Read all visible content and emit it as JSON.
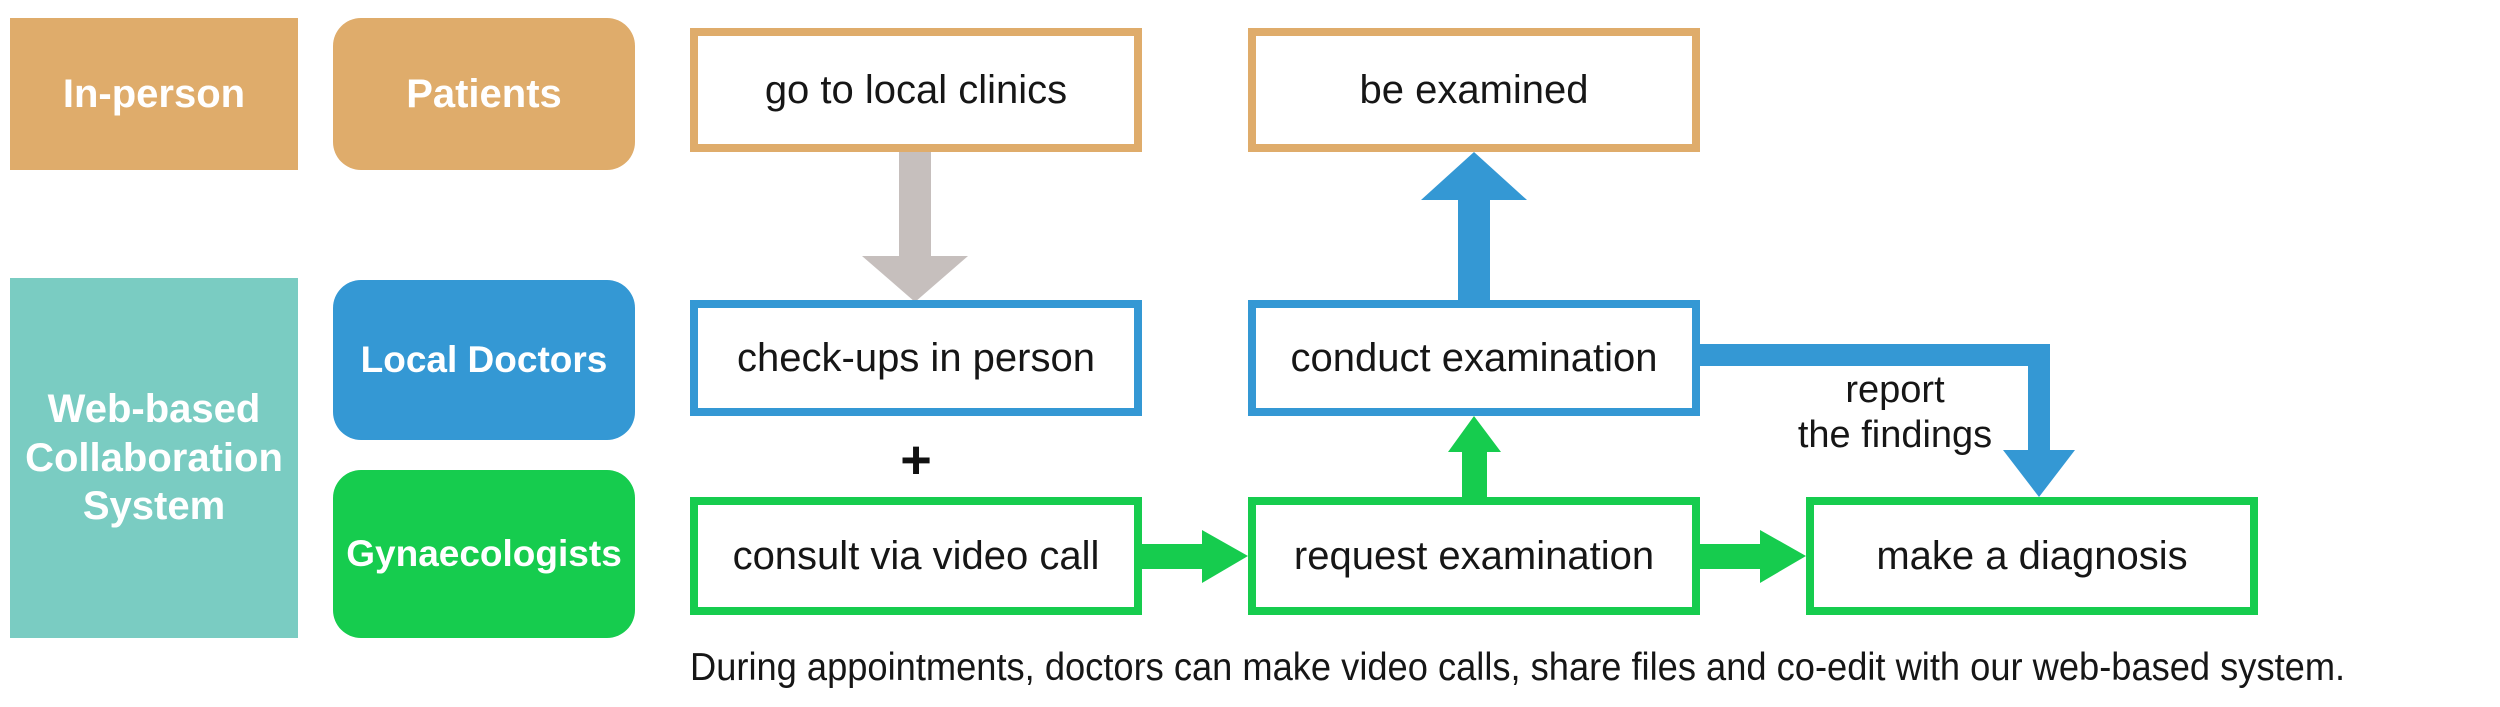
{
  "diagram": {
    "title_caption": "During appointments, doctors can make video calls, share files and co-edit with our web-based system.",
    "lanes": [
      {
        "id": "in-person",
        "label": "In-person",
        "color": "#dfac6b"
      },
      {
        "id": "web-based",
        "label": "Web-based\nCollaboration\nSystem",
        "line1": "Web-based",
        "line2": "Collaboration",
        "line3": "System",
        "color": "#7accc2"
      }
    ],
    "roles": [
      {
        "id": "patients",
        "label": "Patients",
        "color": "#dfac6b"
      },
      {
        "id": "local-doctors",
        "label": "Local Doctors",
        "color": "#3498d4"
      },
      {
        "id": "gynaecologists",
        "label": "Gynaecologists",
        "color": "#16cc4e"
      }
    ],
    "nodes": [
      {
        "id": "go-to-local-clinics",
        "label": "go to local clinics",
        "role": "patients",
        "color": "#dfac6b"
      },
      {
        "id": "be-examined",
        "label": "be examined",
        "role": "patients",
        "color": "#dfac6b"
      },
      {
        "id": "check-ups-in-person",
        "label": "check-ups in person",
        "role": "local-doctors",
        "color": "#3498d4"
      },
      {
        "id": "conduct-examination",
        "label": "conduct examination",
        "role": "local-doctors",
        "color": "#3498d4"
      },
      {
        "id": "consult-via-video-call",
        "label": "consult via video call",
        "role": "gynaecologists",
        "color": "#16cc4e"
      },
      {
        "id": "request-examination",
        "label": "request examination",
        "role": "gynaecologists",
        "color": "#16cc4e"
      },
      {
        "id": "make-a-diagnosis",
        "label": "make a diagnosis",
        "role": "gynaecologists",
        "color": "#16cc4e"
      }
    ],
    "operators": [
      {
        "id": "plus",
        "symbol": "+"
      }
    ],
    "edges": [
      {
        "id": "clinics-to-checkups",
        "from": "go-to-local-clinics",
        "to": "check-ups-in-person",
        "label": "",
        "color": "#c6bfbd"
      },
      {
        "id": "conduct-to-beexamined",
        "from": "conduct-examination",
        "to": "be-examined",
        "label": "",
        "color": "#3498d4"
      },
      {
        "id": "conduct-to-diagnosis",
        "from": "conduct-examination",
        "to": "make-a-diagnosis",
        "label": "report\nthe findings",
        "label_line1": "report",
        "label_line2": "the findings",
        "color": "#3498d4"
      },
      {
        "id": "consult-to-request",
        "from": "consult-via-video-call",
        "to": "request-examination",
        "label": "",
        "color": "#16cc4e"
      },
      {
        "id": "request-to-conduct",
        "from": "request-examination",
        "to": "conduct-examination",
        "label": "",
        "color": "#16cc4e"
      },
      {
        "id": "request-to-diagnosis",
        "from": "request-examination",
        "to": "make-a-diagnosis",
        "label": "",
        "color": "#16cc4e"
      }
    ],
    "colors": {
      "orange": "#dfac6b",
      "teal": "#7accc2",
      "blue": "#3498d4",
      "green": "#16cc4e",
      "grey_arrow": "#c6bfbd",
      "text": "#161616",
      "background": "#ffffff"
    }
  }
}
